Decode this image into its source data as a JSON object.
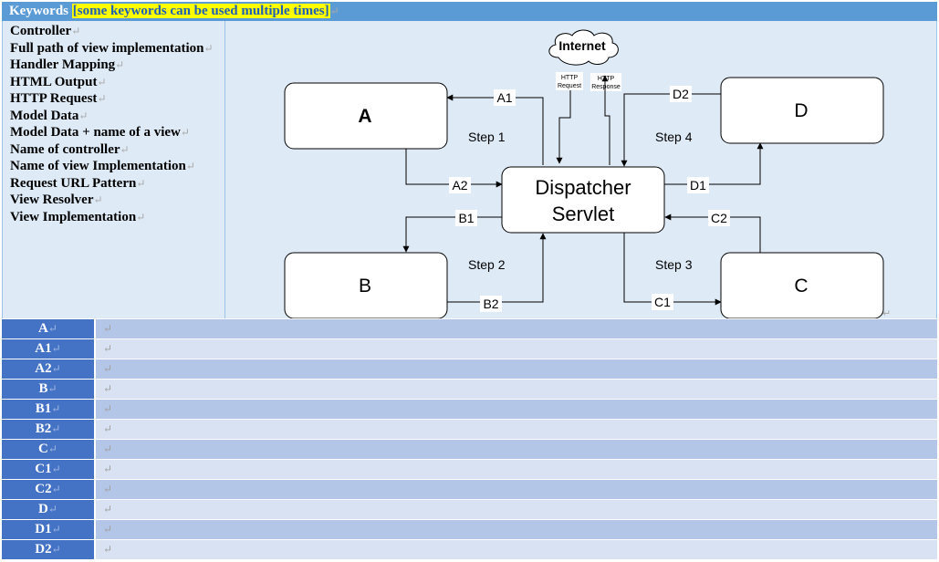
{
  "header": {
    "title": "Keywords",
    "note": "[some keywords can be used multiple times]",
    "para_mark": "↵"
  },
  "keywords": [
    "Controller",
    "Full path of view implementation",
    "Handler Mapping",
    "HTML Output",
    "HTTP Request",
    "Model Data",
    "Model Data + name of a view",
    "Name of controller",
    "Name of view Implementation",
    "Request URL Pattern",
    "View Resolver",
    "View Implementation"
  ],
  "diagram": {
    "internet": "Internet",
    "http_request": [
      "HTTP",
      "Request"
    ],
    "http_response": [
      "HTTP",
      "Response"
    ],
    "center": [
      "Dispatcher",
      "Servlet"
    ],
    "boxes": {
      "a": "A",
      "b": "B",
      "c": "C",
      "d": "D"
    },
    "arrows": {
      "a1": "A1",
      "a2": "A2",
      "b1": "B1",
      "b2": "B2",
      "c1": "C1",
      "c2": "C2",
      "d1": "D1",
      "d2": "D2"
    },
    "steps": {
      "step1": "Step 1",
      "step2": "Step 2",
      "step3": "Step 3",
      "step4": "Step 4"
    },
    "colors": {
      "panel": "#deeaf6",
      "stroke": "#000000",
      "box_fill": "#ffffff"
    }
  },
  "answers": [
    {
      "label": "A",
      "value": ""
    },
    {
      "label": "A1",
      "value": ""
    },
    {
      "label": "A2",
      "value": ""
    },
    {
      "label": "B",
      "value": ""
    },
    {
      "label": "B1",
      "value": ""
    },
    {
      "label": "B2",
      "value": ""
    },
    {
      "label": "C",
      "value": ""
    },
    {
      "label": "C1",
      "value": ""
    },
    {
      "label": "C2",
      "value": ""
    },
    {
      "label": "D",
      "value": ""
    },
    {
      "label": "D1",
      "value": ""
    },
    {
      "label": "D2",
      "value": ""
    }
  ],
  "colors": {
    "header_bg": "#5b9bd5",
    "highlight": "#ffff00",
    "label_bg": "#4472c4",
    "row_dark": "#b4c6e7",
    "row_light": "#d9e2f3",
    "cell_bg": "#deeaf6"
  }
}
